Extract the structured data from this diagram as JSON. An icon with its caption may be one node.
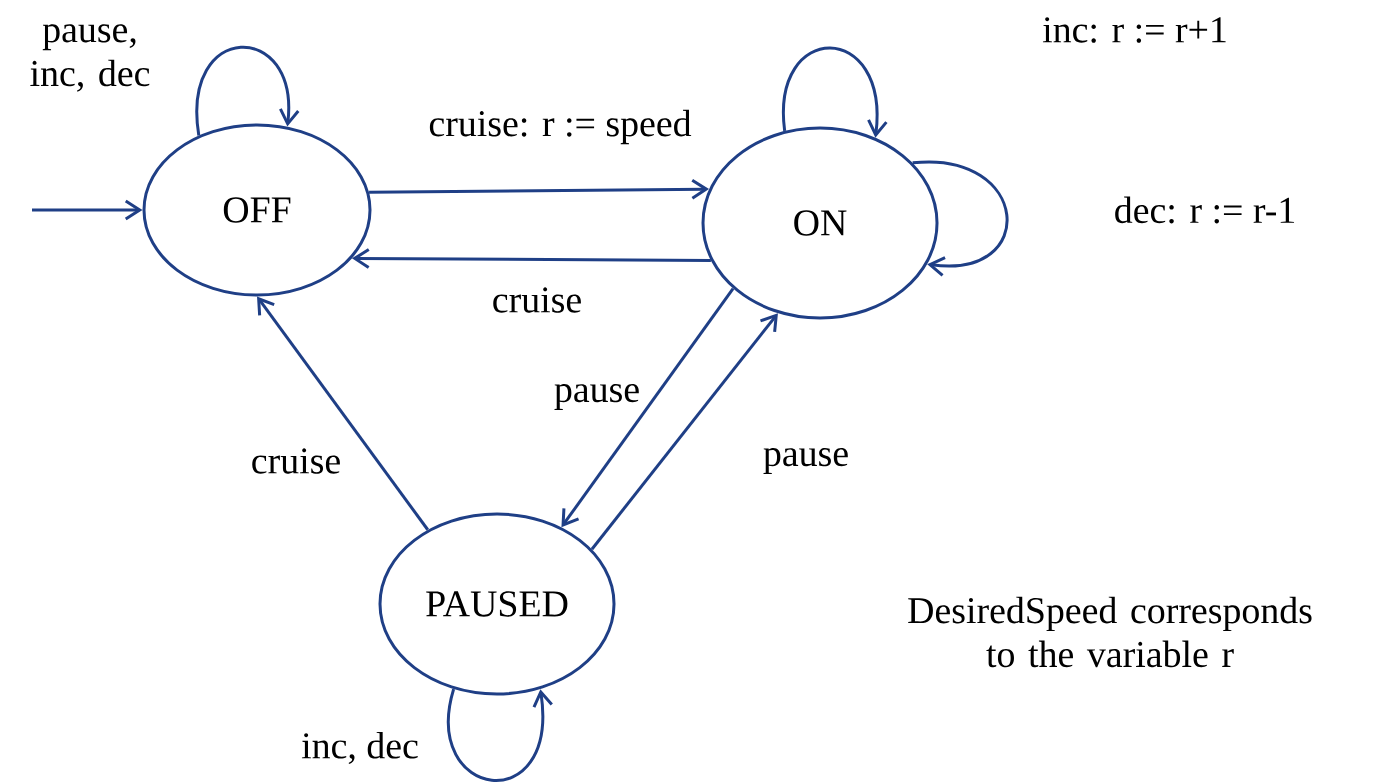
{
  "diagram": {
    "nodes": [
      {
        "text": [
          "OFF"
        ]
      },
      {
        "text": [
          "ON"
        ]
      },
      {
        "text": [
          "PAUSED"
        ]
      }
    ],
    "edges": [
      {
        "from": null,
        "to": 0,
        "arrow": "to"
      },
      {
        "from": 0,
        "to": 0,
        "arrow": "to",
        "label": "pause, inc, dec"
      },
      {
        "from": 0,
        "to": 1,
        "arrow": "to",
        "label": "cruise: r := speed"
      },
      {
        "from": 1,
        "to": 0,
        "arrow": "to",
        "label": "cruise"
      },
      {
        "from": 1,
        "to": 1,
        "arrow": "to",
        "label": "inc:  r := r+1"
      },
      {
        "from": 1,
        "to": 1,
        "arrow": "to",
        "label": "dec: r := r-1"
      },
      {
        "from": 1,
        "to": 2,
        "arrow": "to",
        "label": "pause"
      },
      {
        "from": 2,
        "to": 1,
        "arrow": "to",
        "label": "pause"
      },
      {
        "from": 2,
        "to": 0,
        "arrow": "to",
        "label": "cruise"
      },
      {
        "from": 2,
        "to": 2,
        "arrow": "to",
        "label": "inc, dec"
      }
    ],
    "labels": [
      "DesiredSpeed corresponds to the variable r"
    ]
  }
}
